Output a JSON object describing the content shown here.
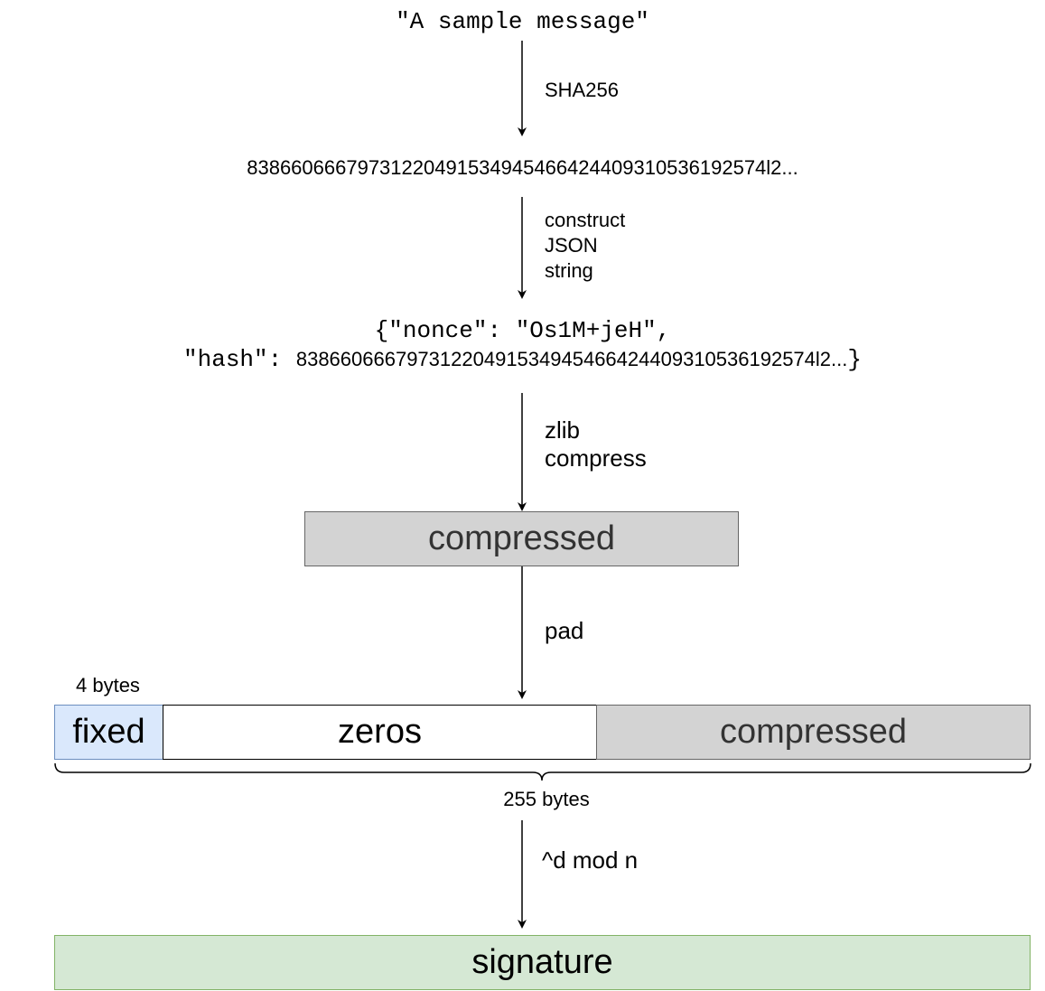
{
  "nodes": {
    "message": "\"A sample message\"",
    "hash_value": "83866066679731220491534945466424409310536192574l2...",
    "json_line1": "{\"nonce\": \"Os1M+jeH\",",
    "json_line2_key": "\"hash\": ",
    "json_line2_digits": "83866066679731220491534945466424409310536192574l2...",
    "json_line2_end": "}",
    "compressed": "compressed",
    "fixed": "fixed",
    "zeros": "zeros",
    "compressed_padded": "compressed",
    "signature": "signature"
  },
  "steps": {
    "sha256": "SHA256",
    "json_line1": "construct",
    "json_line2": "JSON",
    "json_line3": "string",
    "zlib_line1": "zlib",
    "zlib_line2": "compress",
    "pad": "pad",
    "rsa": "^d mod n"
  },
  "sizes": {
    "fixed": "4 bytes",
    "total": "255 bytes"
  },
  "colors": {
    "compressed_fill": "#d3d3d3",
    "fixed_fill": "#dae8fc",
    "zeros_fill": "#ffffff",
    "signature_fill": "#d5e8d4"
  }
}
